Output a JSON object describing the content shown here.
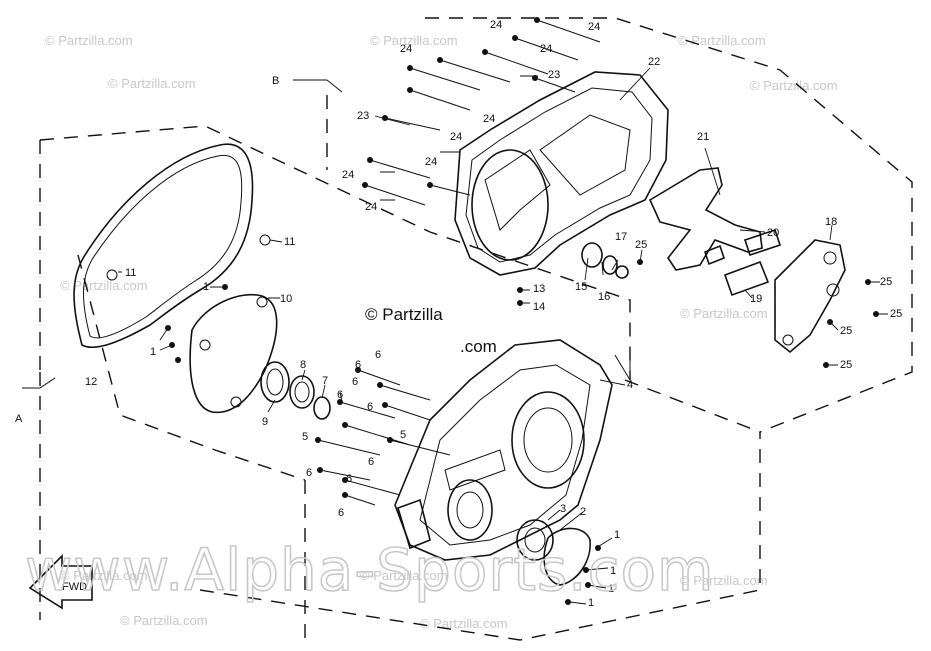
{
  "watermarks": {
    "partzilla_small": "© Partzilla.com",
    "partzilla_center_line1": "© Partzilla",
    "partzilla_center_line2": ".com",
    "alpha_sports": "www.Alpha-Sports.com"
  },
  "view_markers": {
    "a": "A",
    "b": "B",
    "fwd": "FWD"
  },
  "callouts": {
    "c1a": "1",
    "c1b": "1",
    "c1c": "1",
    "c1d": "1",
    "c1e": "1",
    "c2": "2",
    "c3": "3",
    "c4": "4",
    "c5a": "5",
    "c5b": "5",
    "c6a": "6",
    "c6b": "6",
    "c6c": "6",
    "c6d": "6",
    "c6e": "6",
    "c6f": "6",
    "c6g": "6",
    "c6h": "6",
    "c6i": "6",
    "c7": "7",
    "c8": "8",
    "c9": "9",
    "c10": "10",
    "c11a": "11",
    "c11b": "11",
    "c12": "12",
    "c13": "13",
    "c14": "14",
    "c15": "15",
    "c16": "16",
    "c17": "17",
    "c18": "18",
    "c19": "19",
    "c20": "20",
    "c21": "21",
    "c22": "22",
    "c23a": "23",
    "c23b": "23",
    "c24a": "24",
    "c24b": "24",
    "c24c": "24",
    "c24d": "24",
    "c24e": "24",
    "c24f": "24",
    "c24g": "24",
    "c24h": "24",
    "c24i": "24",
    "c25a": "25",
    "c25b": "25",
    "c25c": "25",
    "c25d": "25",
    "c25e": "25"
  }
}
